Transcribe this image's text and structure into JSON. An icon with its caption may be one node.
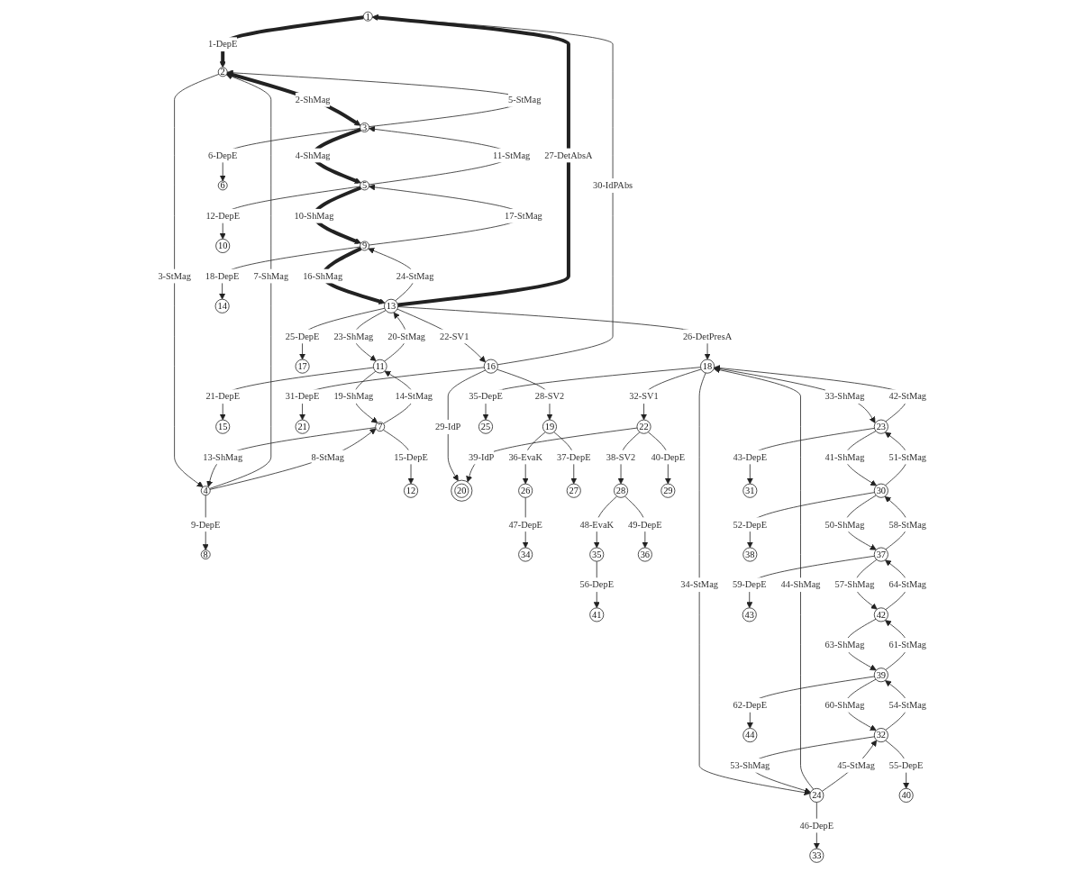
{
  "diagram": {
    "nodes": [
      {
        "text": [
          "1"
        ]
      },
      {
        "text": [
          "2"
        ]
      },
      {
        "text": [
          "3"
        ]
      },
      {
        "text": [
          "4"
        ]
      },
      {
        "text": [
          "5"
        ]
      },
      {
        "text": [
          "6"
        ]
      },
      {
        "text": [
          "7"
        ]
      },
      {
        "text": [
          "8"
        ]
      },
      {
        "text": [
          "9"
        ]
      },
      {
        "text": [
          "10"
        ]
      },
      {
        "text": [
          "11"
        ]
      },
      {
        "text": [
          "12"
        ]
      },
      {
        "text": [
          "13"
        ]
      },
      {
        "text": [
          "14"
        ]
      },
      {
        "text": [
          "15"
        ]
      },
      {
        "text": [
          "16"
        ]
      },
      {
        "text": [
          "17"
        ]
      },
      {
        "text": [
          "18"
        ]
      },
      {
        "text": [
          "19"
        ]
      },
      {
        "text": [
          "20"
        ]
      },
      {
        "text": [
          "21"
        ]
      },
      {
        "text": [
          "22"
        ]
      },
      {
        "text": [
          "23"
        ]
      },
      {
        "text": [
          "24"
        ]
      },
      {
        "text": [
          "25"
        ]
      },
      {
        "text": [
          "26"
        ]
      },
      {
        "text": [
          "27"
        ]
      },
      {
        "text": [
          "28"
        ]
      },
      {
        "text": [
          "29"
        ]
      },
      {
        "text": [
          "30"
        ]
      },
      {
        "text": [
          "31"
        ]
      },
      {
        "text": [
          "32"
        ]
      },
      {
        "text": [
          "33"
        ]
      },
      {
        "text": [
          "34"
        ]
      },
      {
        "text": [
          "35"
        ]
      },
      {
        "text": [
          "36"
        ]
      },
      {
        "text": [
          "37"
        ]
      },
      {
        "text": [
          "38"
        ]
      },
      {
        "text": [
          "39"
        ]
      },
      {
        "text": [
          "40"
        ]
      },
      {
        "text": [
          "41"
        ]
      },
      {
        "text": [
          "42"
        ]
      },
      {
        "text": [
          "43"
        ]
      },
      {
        "text": [
          "44"
        ]
      }
    ],
    "edges": [
      {
        "from": 0,
        "to": 1,
        "arrow": "to",
        "label": "1-DepE",
        "style": "thick"
      },
      {
        "from": 1,
        "to": 2,
        "arrow": "to",
        "label": "2-ShMag",
        "style": "thick"
      },
      {
        "from": 1,
        "to": 3,
        "arrow": "to",
        "label": "3-StMag"
      },
      {
        "from": 2,
        "to": 4,
        "arrow": "to",
        "label": "4-ShMag",
        "style": "thick"
      },
      {
        "from": 2,
        "to": 1,
        "arrow": "to",
        "label": "5-StMag"
      },
      {
        "from": 2,
        "to": 5,
        "arrow": "to",
        "label": "6-DepE"
      },
      {
        "from": 3,
        "to": 1,
        "arrow": "to",
        "label": "7-ShMag"
      },
      {
        "from": 3,
        "to": 6,
        "arrow": "to",
        "label": "8-StMag"
      },
      {
        "from": 3,
        "to": 7,
        "arrow": "to",
        "label": "9-DepE"
      },
      {
        "from": 4,
        "to": 8,
        "arrow": "to",
        "label": "10-ShMag",
        "style": "thick"
      },
      {
        "from": 4,
        "to": 2,
        "arrow": "to",
        "label": "11-StMag"
      },
      {
        "from": 4,
        "to": 9,
        "arrow": "to",
        "label": "12-DepE"
      },
      {
        "from": 6,
        "to": 3,
        "arrow": "to",
        "label": "13-ShMag"
      },
      {
        "from": 6,
        "to": 10,
        "arrow": "to",
        "label": "14-StMag"
      },
      {
        "from": 6,
        "to": 11,
        "arrow": "to",
        "label": "15-DepE"
      },
      {
        "from": 8,
        "to": 12,
        "arrow": "to",
        "label": "16-ShMag",
        "style": "thick"
      },
      {
        "from": 8,
        "to": 4,
        "arrow": "to",
        "label": "17-StMag"
      },
      {
        "from": 8,
        "to": 13,
        "arrow": "to",
        "label": "18-DepE"
      },
      {
        "from": 10,
        "to": 6,
        "arrow": "to",
        "label": "19-ShMag"
      },
      {
        "from": 10,
        "to": 12,
        "arrow": "to",
        "label": "20-StMag"
      },
      {
        "from": 10,
        "to": 14,
        "arrow": "to",
        "label": "21-DepE"
      },
      {
        "from": 12,
        "to": 15,
        "arrow": "to",
        "label": "22-SV1"
      },
      {
        "from": 12,
        "to": 10,
        "arrow": "to",
        "label": "23-ShMag"
      },
      {
        "from": 12,
        "to": 8,
        "arrow": "to",
        "label": "24-StMag"
      },
      {
        "from": 12,
        "to": 16,
        "arrow": "to",
        "label": "25-DepE"
      },
      {
        "from": 12,
        "to": 17,
        "arrow": "to",
        "label": "26-DetPresA"
      },
      {
        "from": 12,
        "to": 0,
        "arrow": "to",
        "label": "27-DetAbsA",
        "style": "thick"
      },
      {
        "from": 15,
        "to": 18,
        "arrow": "to",
        "label": "28-SV2"
      },
      {
        "from": 15,
        "to": 19,
        "arrow": "to",
        "label": "29-IdP"
      },
      {
        "from": 15,
        "to": 0,
        "arrow": "to",
        "label": "30-IdPAbs"
      },
      {
        "from": 15,
        "to": 20,
        "arrow": "to",
        "label": "31-DepE"
      },
      {
        "from": 17,
        "to": 21,
        "arrow": "to",
        "label": "32-SV1"
      },
      {
        "from": 17,
        "to": 22,
        "arrow": "to",
        "label": "33-ShMag"
      },
      {
        "from": 17,
        "to": 23,
        "arrow": "to",
        "label": "34-StMag"
      },
      {
        "from": 17,
        "to": 24,
        "arrow": "to",
        "label": "35-DepE"
      },
      {
        "from": 18,
        "to": 25,
        "arrow": "to",
        "label": "36-EvaK"
      },
      {
        "from": 18,
        "to": 26,
        "arrow": "to",
        "label": "37-DepE"
      },
      {
        "from": 21,
        "to": 27,
        "arrow": "to",
        "label": "38-SV2"
      },
      {
        "from": 21,
        "to": 19,
        "arrow": "to",
        "label": "39-IdP"
      },
      {
        "from": 21,
        "to": 28,
        "arrow": "to",
        "label": "40-DepE"
      },
      {
        "from": 22,
        "to": 29,
        "arrow": "to",
        "label": "41-ShMag"
      },
      {
        "from": 22,
        "to": 17,
        "arrow": "to",
        "label": "42-StMag"
      },
      {
        "from": 22,
        "to": 30,
        "arrow": "to",
        "label": "43-DepE"
      },
      {
        "from": 23,
        "to": 17,
        "arrow": "to",
        "label": "44-ShMag"
      },
      {
        "from": 23,
        "to": 31,
        "arrow": "to",
        "label": "45-StMag"
      },
      {
        "from": 23,
        "to": 32,
        "arrow": "to",
        "label": "46-DepE"
      },
      {
        "from": 25,
        "to": 33,
        "arrow": "to",
        "label": "47-DepE"
      },
      {
        "from": 27,
        "to": 34,
        "arrow": "to",
        "label": "48-EvaK"
      },
      {
        "from": 27,
        "to": 35,
        "arrow": "to",
        "label": "49-DepE"
      },
      {
        "from": 29,
        "to": 36,
        "arrow": "to",
        "label": "50-ShMag"
      },
      {
        "from": 29,
        "to": 22,
        "arrow": "to",
        "label": "51-StMag"
      },
      {
        "from": 29,
        "to": 37,
        "arrow": "to",
        "label": "52-DepE"
      },
      {
        "from": 31,
        "to": 23,
        "arrow": "to",
        "label": "53-ShMag"
      },
      {
        "from": 31,
        "to": 38,
        "arrow": "to",
        "label": "54-StMag"
      },
      {
        "from": 31,
        "to": 39,
        "arrow": "to",
        "label": "55-DepE"
      },
      {
        "from": 34,
        "to": 40,
        "arrow": "to",
        "label": "56-DepE"
      },
      {
        "from": 36,
        "to": 41,
        "arrow": "to",
        "label": "57-ShMag"
      },
      {
        "from": 36,
        "to": 29,
        "arrow": "to",
        "label": "58-StMag"
      },
      {
        "from": 36,
        "to": 42,
        "arrow": "to",
        "label": "59-DepE"
      },
      {
        "from": 38,
        "to": 31,
        "arrow": "to",
        "label": "60-ShMag"
      },
      {
        "from": 38,
        "to": 41,
        "arrow": "to",
        "label": "61-StMag"
      },
      {
        "from": 38,
        "to": 43,
        "arrow": "to",
        "label": "62-DepE"
      },
      {
        "from": 41,
        "to": 38,
        "arrow": "to",
        "label": "63-ShMag"
      },
      {
        "from": 41,
        "to": 36,
        "arrow": "to",
        "label": "64-StMag"
      }
    ]
  }
}
